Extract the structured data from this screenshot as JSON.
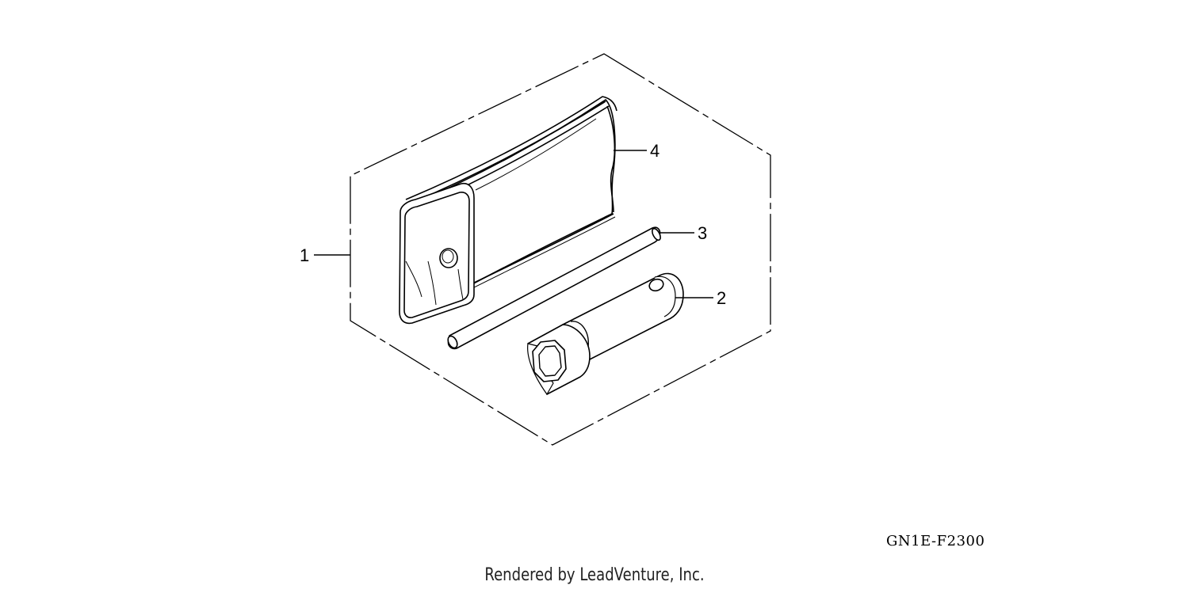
{
  "diagram": {
    "callouts": [
      {
        "id": "1",
        "label": "1"
      },
      {
        "id": "2",
        "label": "2"
      },
      {
        "id": "3",
        "label": "3"
      },
      {
        "id": "4",
        "label": "4"
      }
    ],
    "reference_code": "GN1E-F2300"
  },
  "footer": {
    "text": "Rendered by LeadVenture, Inc."
  },
  "colors": {
    "line": "#000000",
    "background": "#ffffff"
  }
}
